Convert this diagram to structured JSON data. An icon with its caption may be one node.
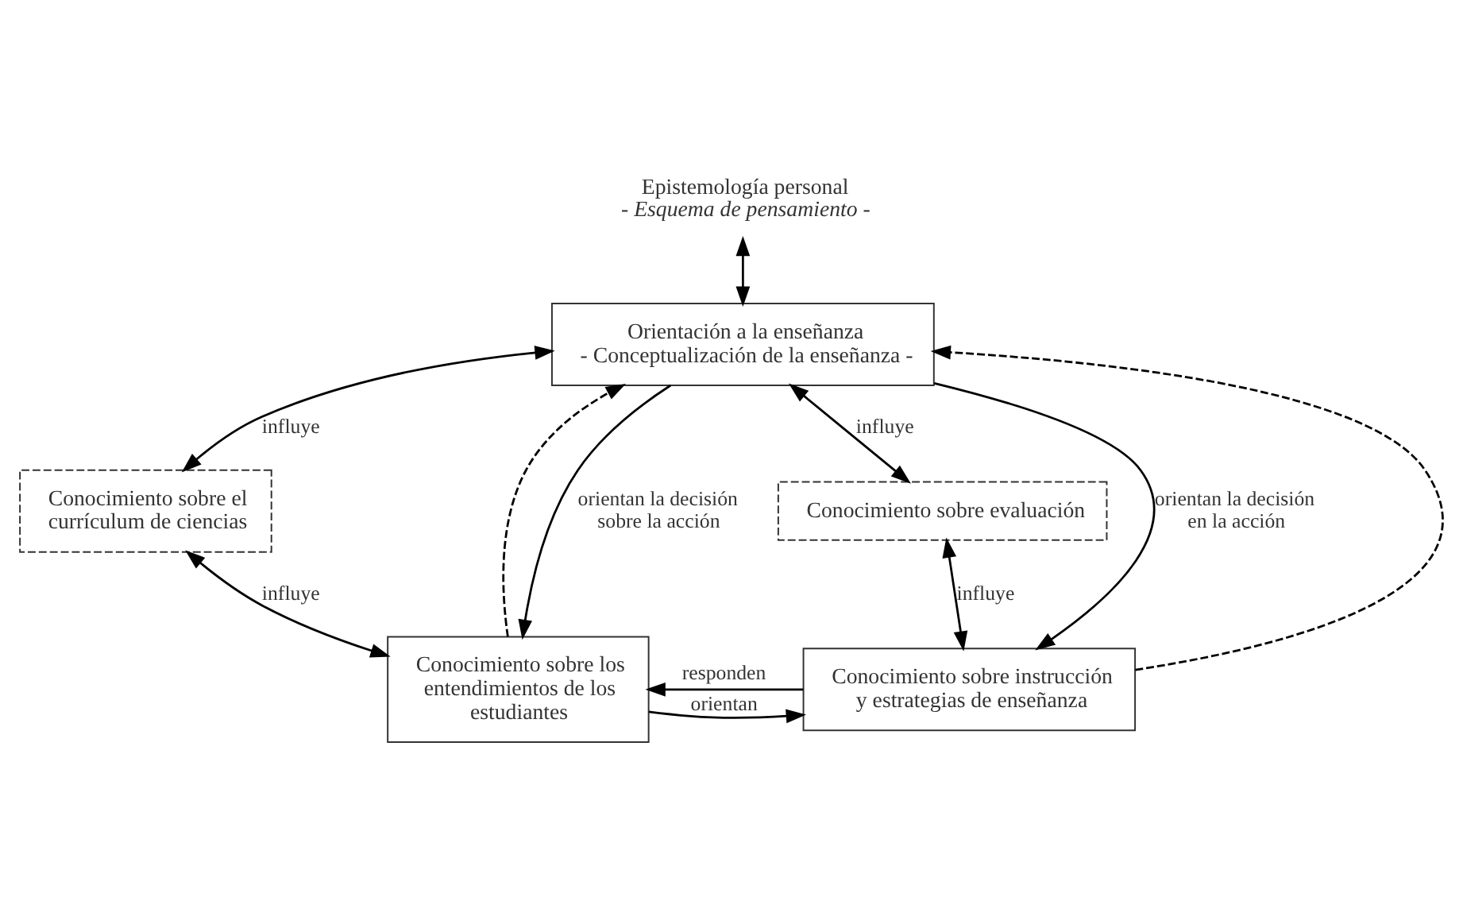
{
  "diagram": {
    "nodes": [
      {
        "text": [
          "Epistemología personal",
          "- Esquema de pensamiento -"
        ]
      },
      {
        "text": [
          "Orientación a la enseñanza",
          "- Conceptualización de la enseñanza -"
        ]
      },
      {
        "text": [
          "Conocimiento sobre el currículum de ciencias"
        ]
      },
      {
        "text": [
          "Conocimiento sobre evaluación"
        ]
      },
      {
        "text": [
          "Conocimiento sobre los entendimientos de los estudiantes"
        ]
      },
      {
        "text": [
          "Conocimiento sobre instrucción y estrategias de enseñanza"
        ]
      }
    ],
    "edges": [
      {
        "from": 0,
        "to": 1,
        "arrow": "both"
      },
      {
        "from": 1,
        "to": 2,
        "arrow": "both",
        "label": "influye"
      },
      {
        "from": 1,
        "to": 3,
        "arrow": "both",
        "label": "influye"
      },
      {
        "from": 2,
        "to": 4,
        "arrow": "both",
        "label": "influye"
      },
      {
        "from": 3,
        "to": 5,
        "arrow": "both",
        "label": "influye"
      },
      {
        "from": 1,
        "to": 4,
        "arrow": "to",
        "label": "orientan la decisión sobre la acción"
      },
      {
        "from": 4,
        "to": 1,
        "arrow": "to",
        "style": "dashed"
      },
      {
        "from": 5,
        "to": 1,
        "arrow": "to",
        "style": "dashed"
      },
      {
        "from": 1,
        "to": 5,
        "arrow": "to",
        "label": "orientan la decisión en la acción"
      },
      {
        "from": 4,
        "to": 5,
        "arrow": "to",
        "label": "orientan"
      },
      {
        "from": 5,
        "to": 4,
        "arrow": "to",
        "label": "responden"
      }
    ]
  }
}
